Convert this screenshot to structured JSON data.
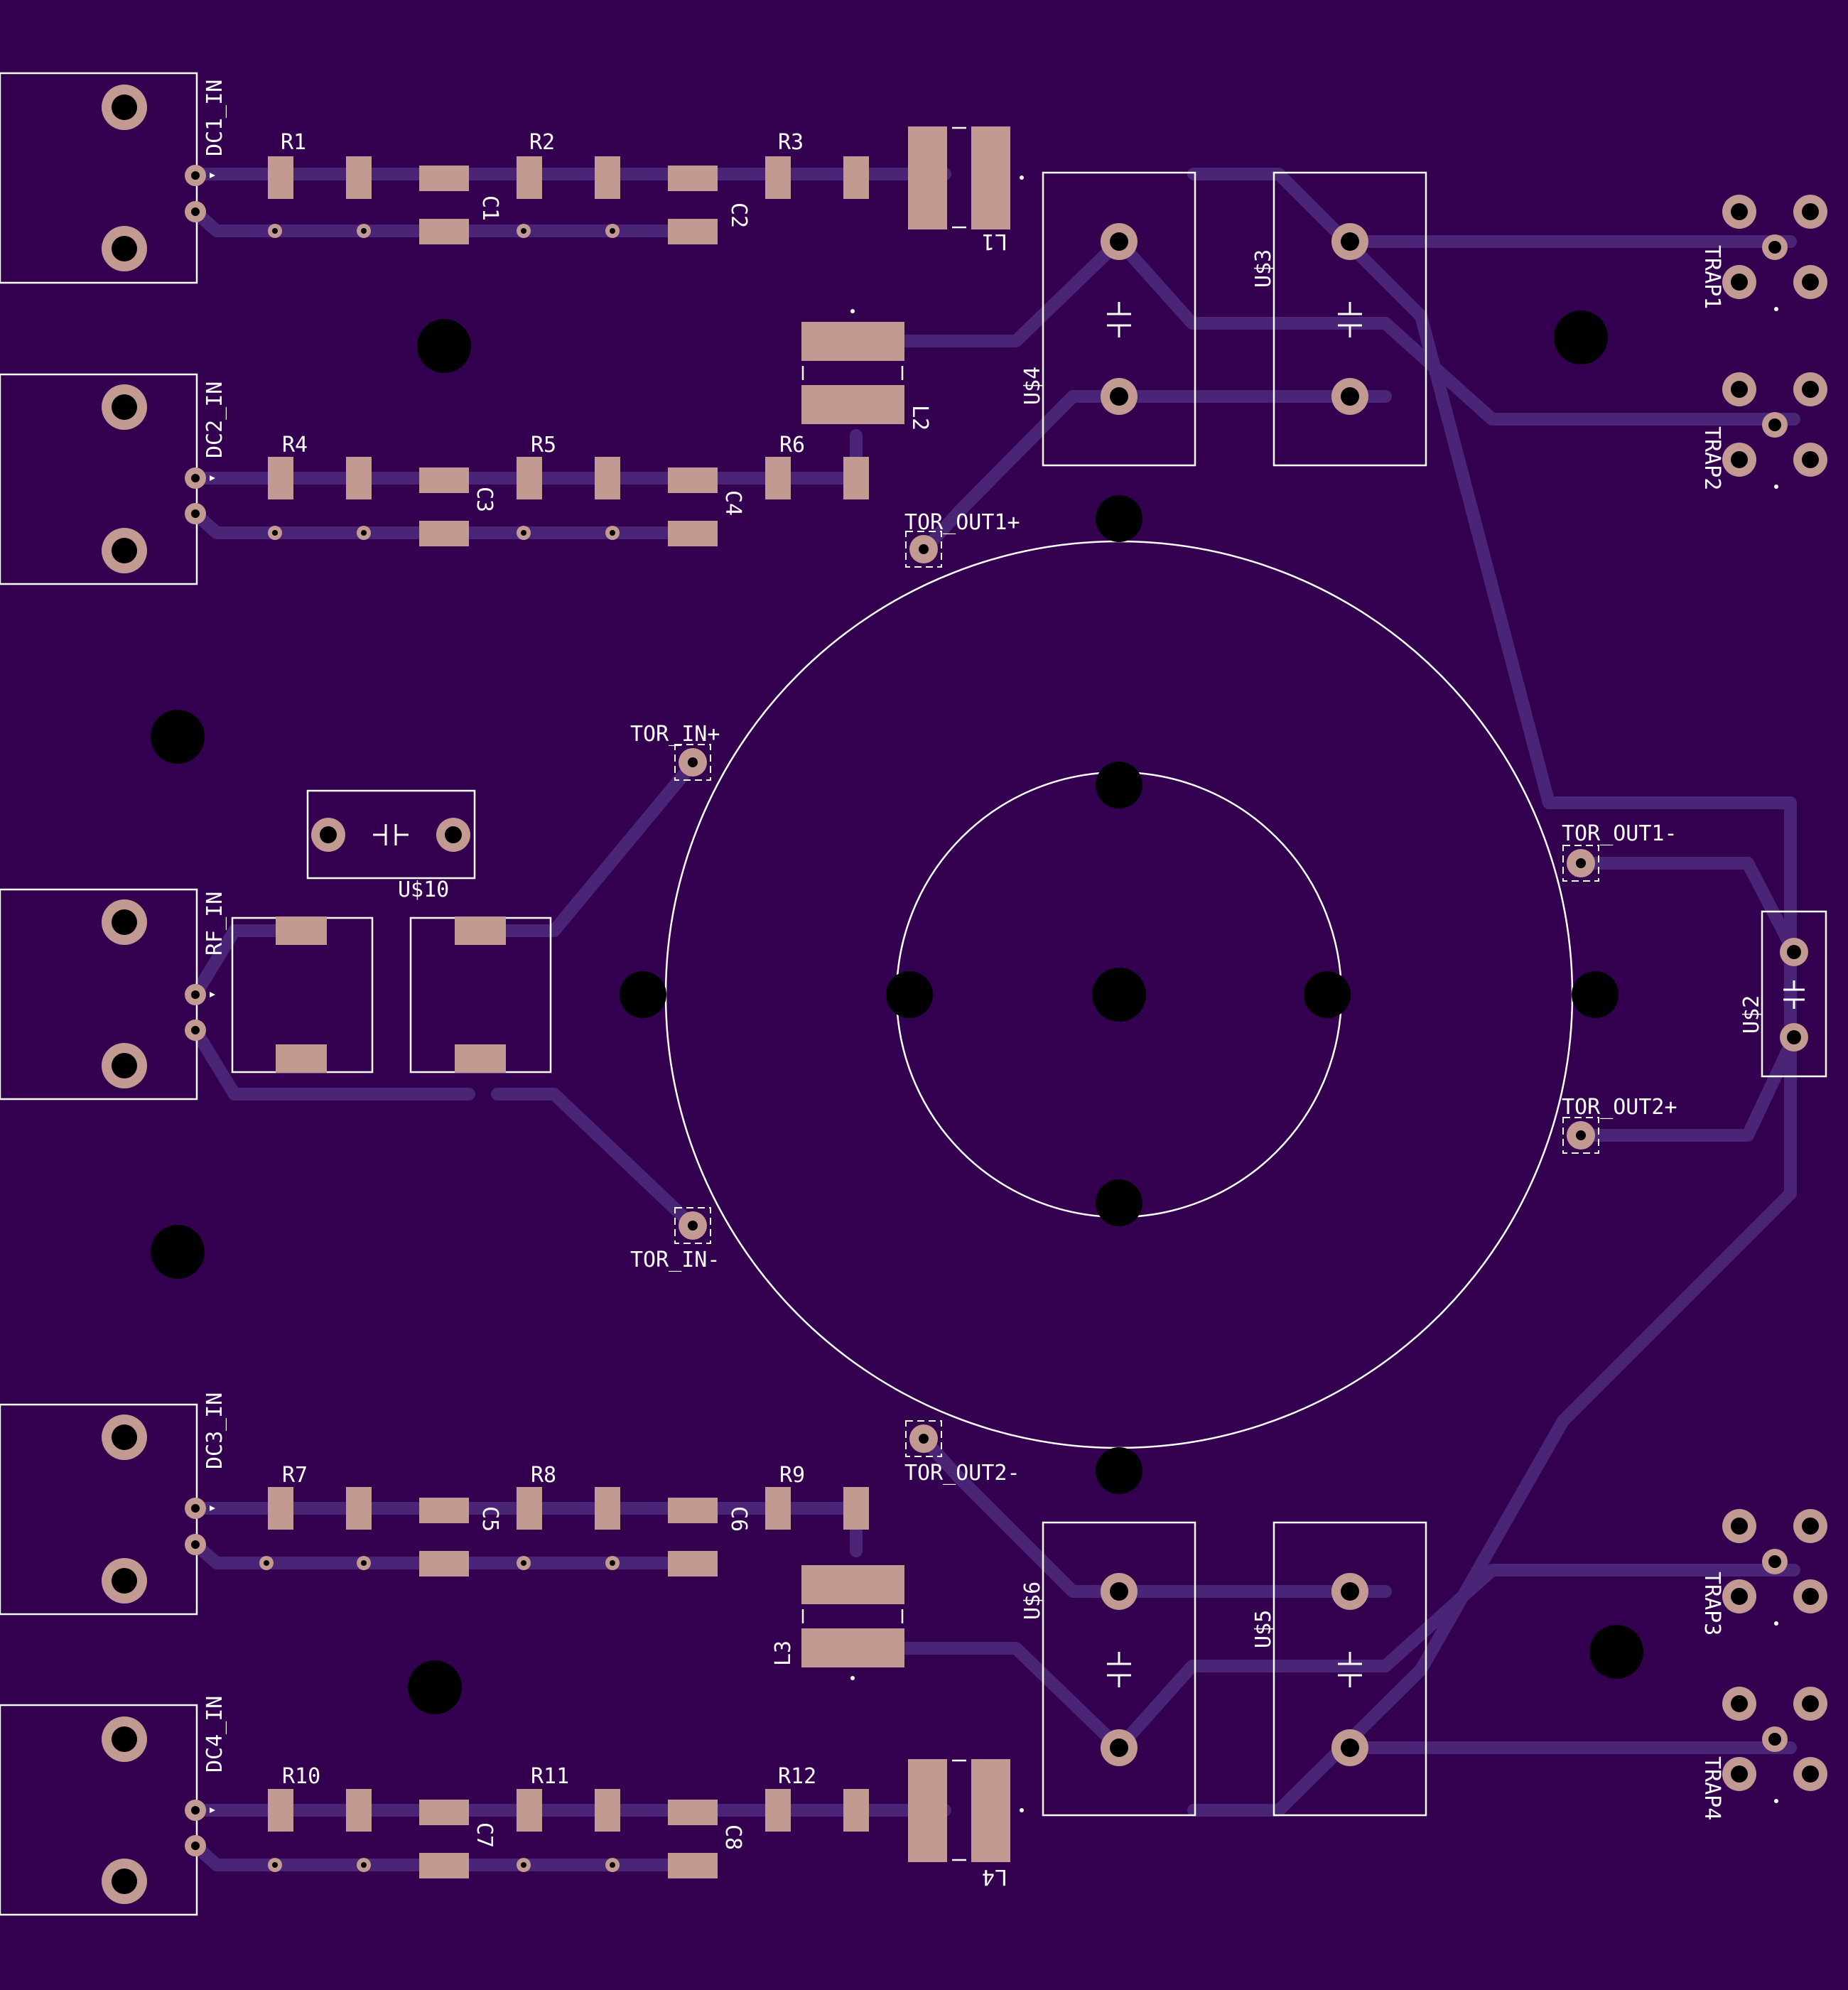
{
  "board": {
    "background": "#330050",
    "pad_color": "#c29a92",
    "trace_color": "#4a2577",
    "silk_color": "#ffffff"
  },
  "connectors": {
    "dc1": "DC1_IN",
    "dc2": "DC2_IN",
    "rf": "RF_IN",
    "dc3": "DC3_IN",
    "dc4": "DC4_IN"
  },
  "resistors": [
    "R1",
    "R2",
    "R3",
    "R4",
    "R5",
    "R6",
    "R7",
    "R8",
    "R9",
    "R10",
    "R11",
    "R12"
  ],
  "capacitors": [
    "C1",
    "C2",
    "C3",
    "C4",
    "C5",
    "C6",
    "C7",
    "C8"
  ],
  "inductors": [
    "L1",
    "L2",
    "L3",
    "L4"
  ],
  "modules": {
    "u2": "U$2",
    "u3": "U$3",
    "u4": "U$4",
    "u5": "U$5",
    "u6": "U$6",
    "u10": "U$10"
  },
  "traps": [
    "TRAP1",
    "TRAP2",
    "TRAP3",
    "TRAP4"
  ],
  "toroid_pins": {
    "in_plus": "TOR_IN+",
    "in_minus": "TOR_IN-",
    "out1_plus": "TOR_OUT1+",
    "out1_minus": "TOR_OUT1-",
    "out2_plus": "TOR_OUT2+",
    "out2_minus": "TOR_OUT2-"
  }
}
